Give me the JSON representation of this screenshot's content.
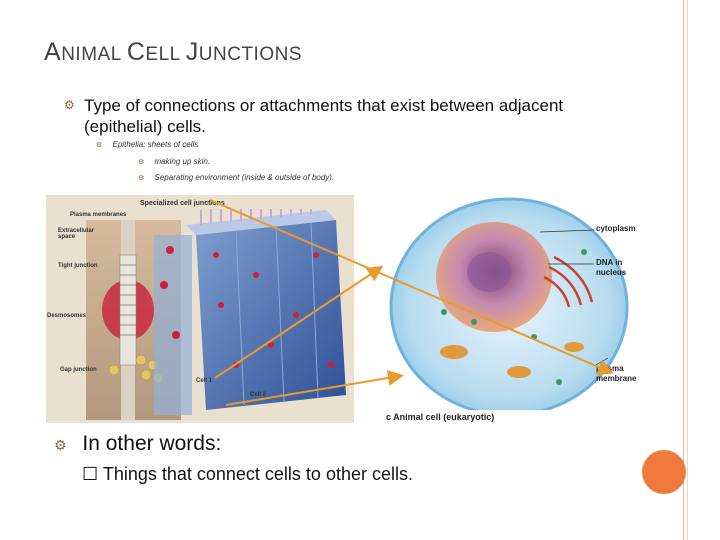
{
  "slide": {
    "title_parts": [
      {
        "text": "A",
        "size": "big"
      },
      {
        "text": "NIMAL ",
        "size": "small"
      },
      {
        "text": "C",
        "size": "big"
      },
      {
        "text": "ELL ",
        "size": "small"
      },
      {
        "text": "J",
        "size": "big"
      },
      {
        "text": "UNCTIONS",
        "size": "small"
      }
    ],
    "bullet_symbol": "⚙",
    "checkbox_symbol": "☐",
    "bullets": {
      "main": "Type of connections or attachments that exist between adjacent (epithelial) cells.",
      "sub": "Epithelia: sheets of cells",
      "subsub": [
        "making up skin.",
        "Separating environment (inside & outside of body)."
      ],
      "other": "In other words:",
      "things": "Things that connect cells to other cells."
    },
    "left_figure": {
      "heading": "Specialized cell junctions",
      "labels": {
        "plasma": "Plasma membranes",
        "extracell": "Extracellular space",
        "tight": "Tight junction",
        "desmo": "Desmosomes",
        "gap": "Gap junction",
        "cell1": "Cell 1",
        "cell2": "Cell 2"
      }
    },
    "right_figure": {
      "labels": {
        "cytoplasm": "cytoplasm",
        "dna": "DNA in nucleus",
        "plasma": "plasma membrane",
        "caption": "c Animal cell (eukaryotic)"
      }
    },
    "colors": {
      "accent": "#f07a3e",
      "arrow": "#e89a2c"
    }
  }
}
